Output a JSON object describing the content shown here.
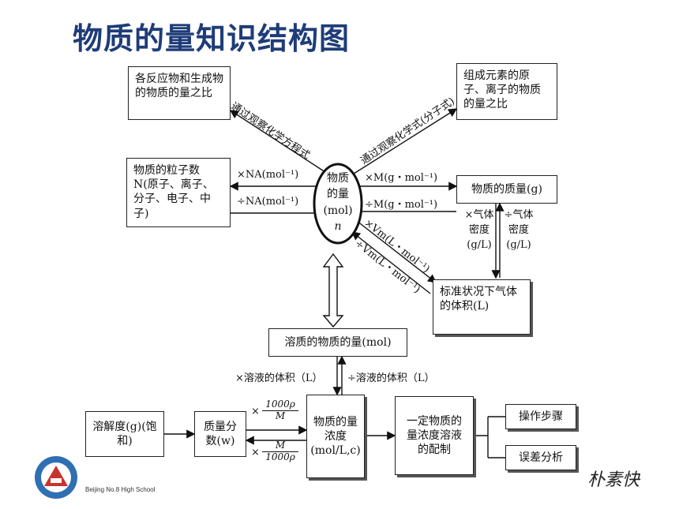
{
  "title": "物质的量知识结构图",
  "center": {
    "line1": "物质",
    "line2": "的量",
    "line3": "(mol)",
    "line4": "n"
  },
  "boxes": {
    "reactants": "各反应物和生成物的物质的量之比",
    "elements": "组成元素的原子、离子的物质的量之比",
    "particles": "物质的粒子数N(原子、离子、分子、电子、中子)",
    "mass": "物质的质量(g)",
    "gas_volume": "标准状况下气体的体积(L)",
    "solute": "溶质的物质的量(mol)",
    "solubility": "溶解度(g)(饱和)",
    "mass_fraction": "质量分数(w)",
    "concentration": "物质的量浓度(mol/L,c)",
    "preparation": "一定物质的量浓度溶液的配制",
    "steps": "操作步骤",
    "error": "误差分析"
  },
  "labels": {
    "via_equation": "通过观察化学方程式",
    "via_formula": "通过观察化学式(分子式)",
    "mul_na": "×NA(mol⁻¹)",
    "div_na": "÷NA(mol⁻¹)",
    "mul_m": "×M(g・mol⁻¹)",
    "div_m": "÷M(g・mol⁻¹)",
    "mul_vm": "×Vm(L・mol⁻¹)",
    "div_vm": "÷Vm(L・mol⁻¹)",
    "mul_density": "×气体密度(g/L)",
    "div_density": "÷气体密度(g/L)",
    "mul_volume": "×溶液的体积（L）",
    "div_volume": "÷溶液的体积（L）",
    "frac1_num": "1000ρ",
    "frac1_den": "M",
    "frac2_num": "M",
    "frac2_den": "1000ρ",
    "times": "×"
  },
  "footer": {
    "school": "Beijing No.8 High School",
    "signature": "朴素快"
  }
}
